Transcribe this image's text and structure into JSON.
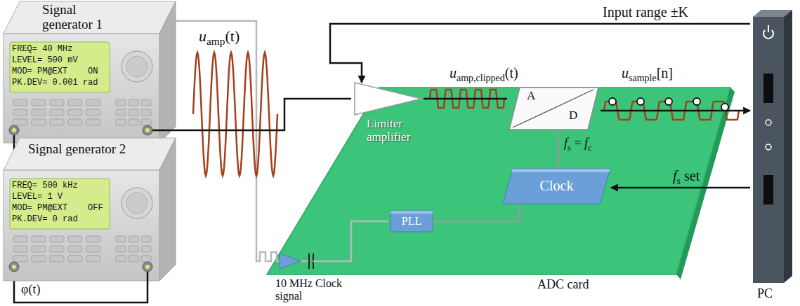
{
  "diagram": {
    "nodes": [
      {
        "text": [
          "Signal generator 1",
          "FREQ= 40 MHz",
          "LEVEL= 500 mV",
          "MOD= PM@EXT    ON",
          "PK.DEV= 0.001 rad"
        ]
      },
      {
        "text": [
          "Signal generator 2",
          "FREQ= 500 kHz",
          "LEVEL= 1 V",
          "MOD= PM@EXT    OFF",
          "PK.DEV= 0 rad"
        ]
      },
      {
        "text": [
          "ADC card"
        ]
      },
      {
        "text": [
          "Limiter amplifier"
        ],
        "in": 2
      },
      {
        "text": [
          "A",
          "D"
        ],
        "in": 2
      },
      {
        "text": [
          "PLL"
        ],
        "in": 2
      },
      {
        "text": [
          "Clock"
        ],
        "in": 2
      },
      {
        "text": [
          "PC"
        ]
      }
    ],
    "edges": [
      {
        "from": 0,
        "to": 3,
        "arrow": "none"
      },
      {
        "from": 3,
        "to": 4,
        "arrow": "none"
      },
      {
        "from": 4,
        "to": 7,
        "arrow": "to"
      },
      {
        "from": 7,
        "to": 3,
        "label": "Input range ±K",
        "arrow": "to"
      },
      {
        "from": 7,
        "to": 6,
        "label": "fs set",
        "arrow": "to"
      },
      {
        "from": 6,
        "to": 4,
        "label": "fs = fc",
        "arrow": "none"
      },
      {
        "from": 5,
        "to": 6,
        "arrow": "none"
      },
      {
        "from": 1,
        "to": 0,
        "label": "φ(t)",
        "arrow": "none"
      }
    ],
    "labels": [
      "uamp(t)",
      "uamp,clipped(t)",
      "usample[n]",
      "10 MHz Clock signal"
    ]
  }
}
